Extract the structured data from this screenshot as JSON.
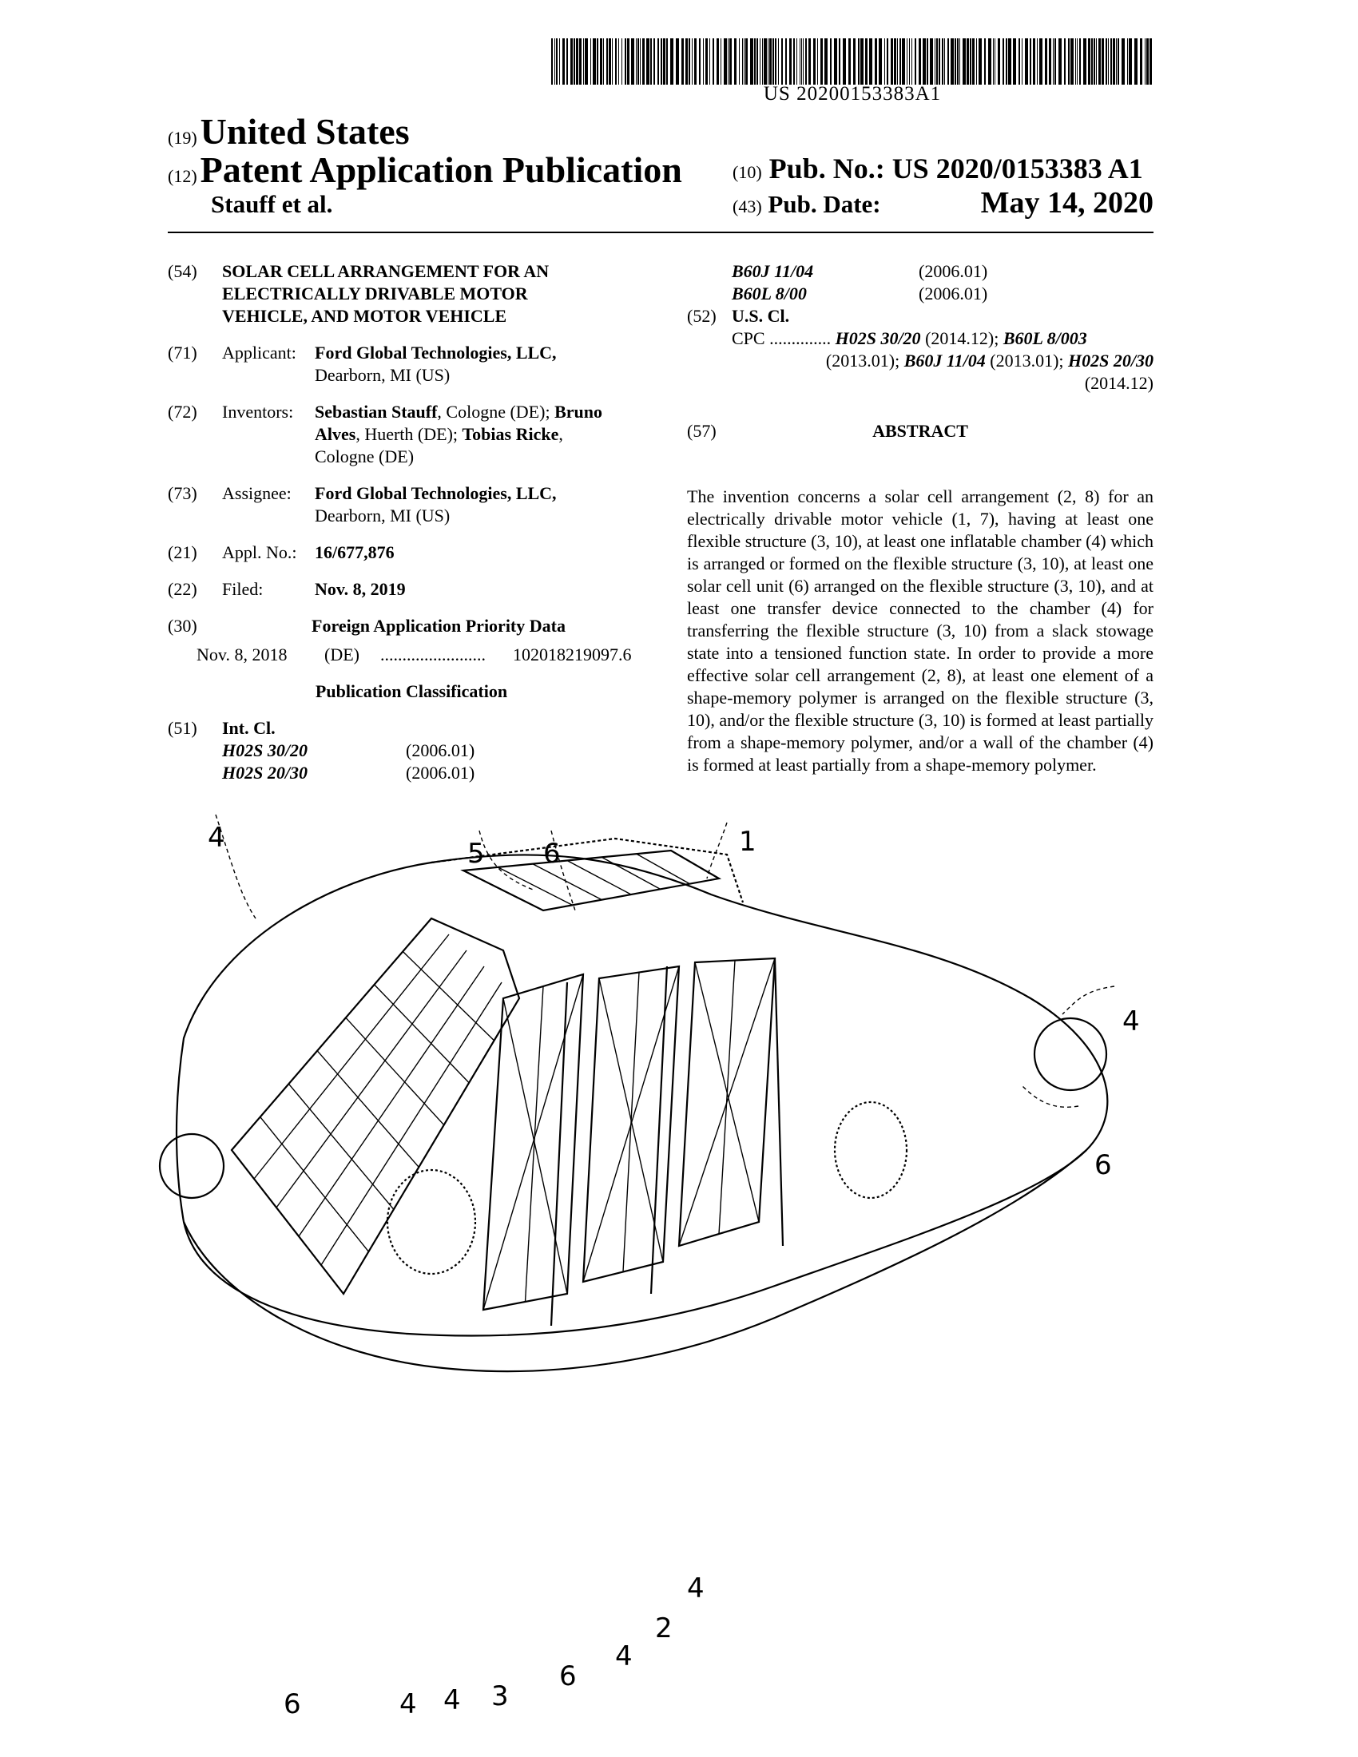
{
  "header": {
    "barcode_text": "US 20200153383A1",
    "code19": "(19)",
    "country": "United States",
    "code12": "(12)",
    "doc_type": "Patent Application Publication",
    "inventors_short": "Stauff et al.",
    "code10": "(10)",
    "pub_no_label": "Pub. No.:",
    "pub_no": "US 2020/0153383 A1",
    "code43": "(43)",
    "pub_date_label": "Pub. Date:",
    "pub_date": "May 14, 2020"
  },
  "biblio": {
    "title_code": "(54)",
    "title_lines": [
      "SOLAR CELL ARRANGEMENT FOR AN",
      "ELECTRICALLY DRIVABLE MOTOR",
      "VEHICLE, AND MOTOR VEHICLE"
    ],
    "applicant_code": "(71)",
    "applicant_label": "Applicant:",
    "applicant_name": "Ford Global Technologies, LLC,",
    "applicant_city": "Dearborn, MI (US)",
    "inventors_code": "(72)",
    "inventors_label": "Inventors:",
    "inventor1_name": "Sebastian Stauff",
    "inventor1_loc": ", Cologne (DE); ",
    "inventor2_name_a": "Bruno",
    "inventor2_name_b": "Alves",
    "inventor2_loc": ", Huerth (DE); ",
    "inventor3_name": "Tobias Ricke",
    "inventor3_loc": ",",
    "inventor3_city": "Cologne (DE)",
    "assignee_code": "(73)",
    "assignee_label": "Assignee:",
    "assignee_name": "Ford Global Technologies, LLC,",
    "assignee_city": "Dearborn, MI (US)",
    "appl_code": "(21)",
    "appl_label": "Appl. No.:",
    "appl_no": "16/677,876",
    "filed_code": "(22)",
    "filed_label": "Filed:",
    "filed_date": "Nov. 8, 2019",
    "priority_code": "(30)",
    "priority_heading": "Foreign Application Priority Data",
    "priority_date": "Nov. 8, 2018",
    "priority_country": "(DE)",
    "priority_dots": "........................",
    "priority_number": "102018219097.6",
    "pub_class_heading": "Publication Classification",
    "int_cl_code": "(51)",
    "int_cl_label": "Int. Cl.",
    "int_cl": [
      {
        "cls": "H02S 30/20",
        "year": "(2006.01)"
      },
      {
        "cls": "H02S 20/30",
        "year": "(2006.01)"
      },
      {
        "cls": "B60J 11/04",
        "year": "(2006.01)"
      },
      {
        "cls": "B60L 8/00",
        "year": "(2006.01)"
      }
    ],
    "us_cl_code": "(52)",
    "us_cl_label": "U.S. Cl.",
    "cpc_label": "CPC",
    "cpc_dots": "..............",
    "cpc1": "H02S 30/20",
    "cpc1_year": " (2014.12); ",
    "cpc2": "B60L 8/003",
    "cpc2_year": "(2013.01); ",
    "cpc3": "B60J 11/04",
    "cpc3_year": " (2013.01); ",
    "cpc4": "H02S 20/30",
    "cpc4_year": "(2014.12)"
  },
  "abstract": {
    "code": "(57)",
    "heading": "ABSTRACT",
    "text": "The invention concerns a solar cell arrangement (2, 8) for an electrically drivable motor vehicle (1, 7), having at least one flexible structure (3, 10), at least one inflatable chamber (4) which is arranged or formed on the flexible structure (3, 10), at least one solar cell unit (6) arranged on the flexible structure (3, 10), and at least one transfer device connected to the chamber (4) for transferring the flexible structure (3, 10) from a slack stowage state into a tensioned function state. In order to provide a more effective solar cell arrangement (2, 8), at least one element of a shape-memory polymer is arranged on the flexible structure (3, 10), and/or the flexible structure (3, 10) is formed at least partially from a shape-memory polymer, and/or a wall of the chamber (4) is formed at least partially from a shape-memory polymer."
  },
  "figure": {
    "labels": [
      "1",
      "5",
      "6",
      "4",
      "4",
      "6",
      "6",
      "4",
      "4",
      "3",
      "6",
      "4",
      "2",
      "4"
    ]
  }
}
